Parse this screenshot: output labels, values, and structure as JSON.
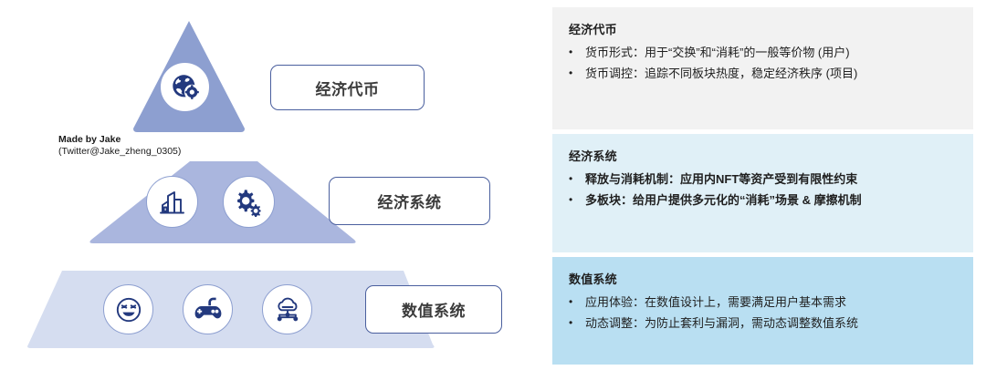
{
  "diagram": {
    "credit": {
      "made_by": "Made by Jake",
      "handle": "(Twitter@Jake_zheng_0305)"
    },
    "tiers": [
      {
        "id": "economic-token",
        "label": "经济代币",
        "shape": "triangle",
        "fill": "#8d9fd0",
        "icons": [
          "globe-gear-icon"
        ]
      },
      {
        "id": "economic-system",
        "label": "经济系统",
        "shape": "trapezoid",
        "fill": "#aab6de",
        "icons": [
          "bar-chart-building-icon",
          "gears-icon"
        ]
      },
      {
        "id": "numeric-system",
        "label": "数值系统",
        "shape": "trapezoid",
        "fill": "#d5ddf0",
        "icons": [
          "smiley-face-icon",
          "game-controller-icon",
          "cloud-network-icon"
        ]
      }
    ]
  },
  "panels": [
    {
      "id": "economic-token",
      "title": "经济代币",
      "background": "#f2f2f2",
      "bullets": [
        {
          "marker": "•",
          "text": "货币形式：用于“交换”和“消耗”的一般等价物 (用户)",
          "bold": false
        },
        {
          "marker": "•",
          "text": "货币调控：追踪不同板块热度，稳定经济秩序 (项目)",
          "bold": false
        }
      ]
    },
    {
      "id": "economic-system",
      "title": "经济系统",
      "background": "#e0f0f7",
      "bullets": [
        {
          "marker": "•",
          "text": "释放与消耗机制：应用内NFT等资产受到有限性约束",
          "bold": true
        },
        {
          "marker": "•",
          "text": "多板块：给用户提供多元化的“消耗”场景 & 摩擦机制",
          "bold": true
        }
      ]
    },
    {
      "id": "numeric-system",
      "title": "数值系统",
      "background": "#b9dff2",
      "bullets": [
        {
          "marker": "•",
          "text": "应用体验：在数值设计上，需要满足用户基本需求",
          "bold": false
        },
        {
          "marker": "•",
          "text": "动态调整：为防止套利与漏洞，需动态调整数值系统",
          "bold": false
        }
      ]
    }
  ],
  "colors": {
    "icon_navy": "#23397e",
    "tier_border": "#4a5f9e",
    "circle_border": "#8d9fd0",
    "text_dark": "#1f1f1f"
  }
}
